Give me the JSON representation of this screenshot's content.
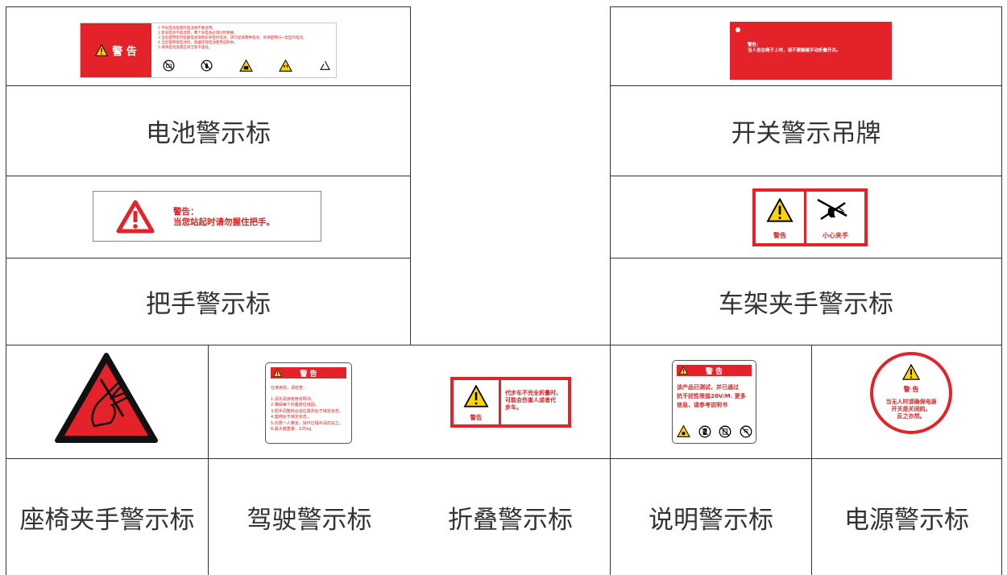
{
  "cells": {
    "battery": {
      "caption": "电池警示标",
      "header": "警 告",
      "lines": [
        "1.不同电池容量的电池请不要混用。",
        "2.新旧电池不能混用，两个旧电池必须同时更换。",
        "3.当您使用密封铅酸电池或者胶体密封电池，请勿混淆两种电池，另请使用同一类型的电池。",
        "4.当您使用锂电池时，请遵守锂电池使用说明书。",
        "5.请将电池放置在清洁及干燥处。"
      ]
    },
    "switch_tag": {
      "caption": "开关警示吊牌",
      "text_line1": "警告：",
      "text_line2": "当人坐在椅子上时，请不要触碰手动折叠开关。"
    },
    "handle": {
      "caption": "把手警示标",
      "line1": "警告：",
      "line2": "当您站起时请勿握住把手。"
    },
    "frame": {
      "caption": "车架夹手警示标",
      "left_label": "警告",
      "right_label": "小心夹手"
    },
    "seat": {
      "caption": "座椅夹手警示标"
    },
    "driving": {
      "caption": "驾驶警示标",
      "header": "警 告",
      "intro": "在使用前，请检查：",
      "items": [
        "1.请先阅读使用说明书。",
        "2.确保每个折叠部位锁固。",
        "3.把手调整到合适位置并处于锁定状态。",
        "4.座椅处于锁定状态。",
        "5.仅限一人乘坐，操作过程中请勿站立。",
        "6.最大载重量：125kg"
      ]
    },
    "folding": {
      "caption": "折叠警示标",
      "left_label": "警告",
      "text": [
        "代步车不完全折叠时，",
        "可能会伤害人或者代",
        "步车。"
      ]
    },
    "instruction": {
      "caption": "说明警示标",
      "header": "警 告",
      "text": [
        "该产品已测试，并已通过",
        "抗干扰性限值20V/M. 更多",
        "信息，请参考说明书"
      ]
    },
    "power": {
      "caption": "电源警示标",
      "header": "警 告",
      "text": [
        "当无人时请确保电源",
        "开关是关闭的。",
        "反之亦然。"
      ]
    }
  },
  "colors": {
    "warning_red": "#e4222a",
    "warning_yellow": "#ffd400",
    "line": "#333333"
  }
}
